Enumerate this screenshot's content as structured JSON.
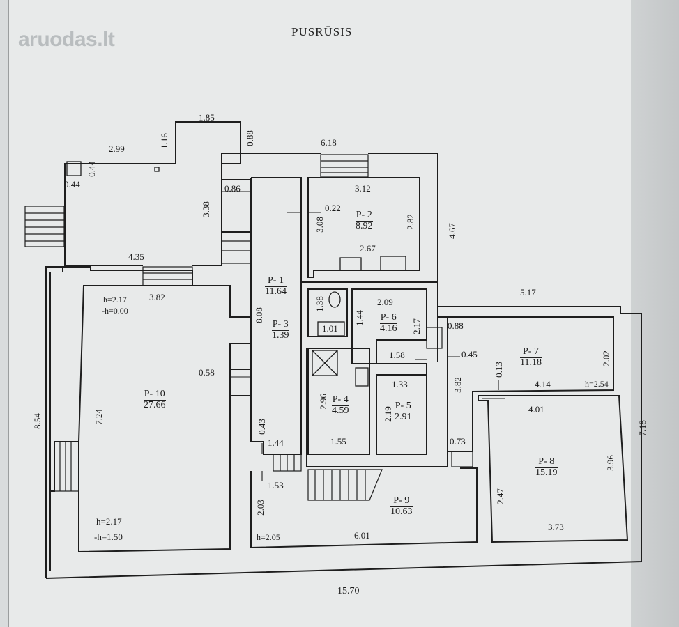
{
  "watermark": "aruodas.lt",
  "title": "PUSRŪSIS",
  "rooms": [
    {
      "id": "P- 1",
      "area": "11.64"
    },
    {
      "id": "P- 2",
      "area": "8.92"
    },
    {
      "id": "P- 3",
      "area": "1.39"
    },
    {
      "id": "P- 4",
      "area": "4.59"
    },
    {
      "id": "P- 5",
      "area": "2.91"
    },
    {
      "id": "P- 6",
      "area": "4.16"
    },
    {
      "id": "P- 7",
      "area": "11.18"
    },
    {
      "id": "P- 8",
      "area": "15.19"
    },
    {
      "id": "P- 9",
      "area": "10.63"
    },
    {
      "id": "P- 10",
      "area": "27.66"
    }
  ],
  "heights": [
    "h=2.17",
    "-h=0.00",
    "h=2.17",
    "-h=1.50",
    "h=2.05",
    "h=2.54"
  ],
  "dimensions": [
    "1.85",
    "2.99",
    "1.16",
    "0.88",
    "6.18",
    "0.44",
    "0.44",
    "3.38",
    "0.86",
    "3.12",
    "0.22",
    "3.08",
    "2.82",
    "4.67",
    "2.67",
    "4.35",
    "3.82",
    "8.08",
    "1.38",
    "1.01",
    "2.09",
    "1.44",
    "2.17",
    "5.17",
    "0.88",
    "0.58",
    "1.58",
    "0.45",
    "0.13",
    "2.02",
    "2.96",
    "1.33",
    "3.82",
    "4.14",
    "7.24",
    "8.54",
    "2.19",
    "4.01",
    "0.43",
    "1.44",
    "1.55",
    "0.73",
    "7.18",
    "3.96",
    "1.53",
    "2.47",
    "2.03",
    "6.01",
    "3.73",
    "15.70"
  ]
}
